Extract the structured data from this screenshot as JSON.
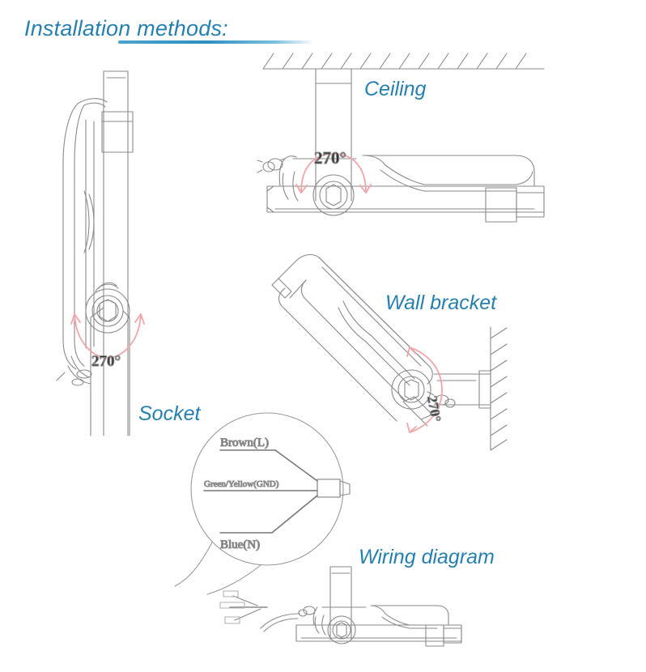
{
  "page": {
    "title": "Installation methods:",
    "background_color": "#ffffff",
    "accent_color": "#2580b0",
    "line_color": "#8a8a8a",
    "arrow_color": "#f2a3a8"
  },
  "labels": {
    "ceiling": "Ceiling",
    "wall_bracket": "Wall bracket",
    "socket": "Socket",
    "wiring_diagram": "Wiring diagram"
  },
  "angles": {
    "pole": "270°",
    "ceiling": "270°",
    "wall": "270°"
  },
  "wiring": {
    "live": "Brown(L)",
    "earth": "Green/Yellow(GND)",
    "neutral": "Blue(N)"
  }
}
